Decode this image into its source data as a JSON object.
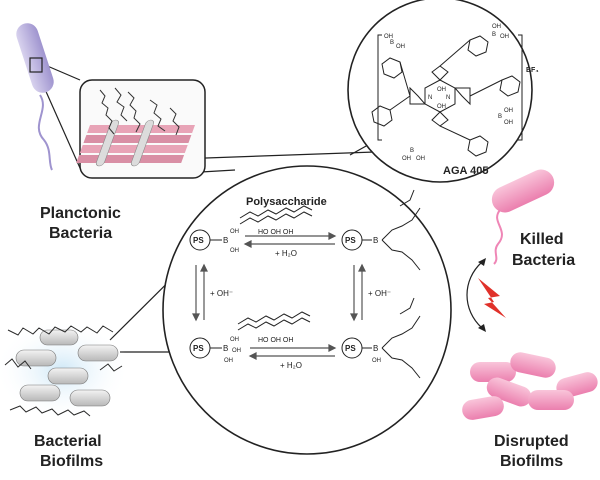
{
  "labels": {
    "planctonic": [
      "Planctonic",
      "Bacteria"
    ],
    "biofilms": [
      "Bacterial",
      "Biofilms"
    ],
    "killed": [
      "Killed",
      "Bacteria"
    ],
    "disrupted": [
      "Disrupted",
      "Biofilms"
    ],
    "compound": "AGA 405",
    "counterion": "BF₄",
    "polysaccharide": "Polysaccharide"
  },
  "scheme": {
    "ps": "PS",
    "boron": "B",
    "oh": "OH",
    "oh_minus": "+ OH⁻",
    "water": "+ H₂O",
    "diol": "HO OH OH"
  },
  "colors": {
    "bacteria_pink": "#ef86b6",
    "biofilm_pink": "#f6a9c8",
    "lightning_red": "#e0312a",
    "planktonic_lilac": "#b9b1dc",
    "biofilm_gray": "#cfcfcf",
    "biofilm_blue_glow": "#bfe0f4"
  }
}
